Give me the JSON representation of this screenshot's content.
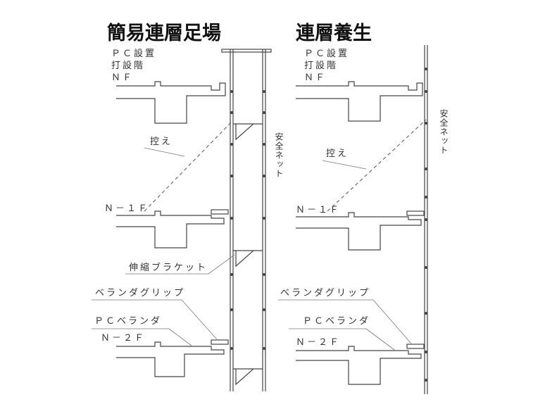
{
  "left": {
    "title": "簡易連層足場",
    "pc_install": "ＰＣ設置",
    "pour_floor": "打設階",
    "nf": "ＮＦ",
    "tie": "控え",
    "n1f": "Ｎ－１Ｆ",
    "bracket": "伸縮ブラケット",
    "grip": "ベランダグリップ",
    "pc_veranda": "ＰＣベランダ",
    "n2f": "Ｎ－２Ｆ",
    "safety_net": "安全ネット"
  },
  "right": {
    "title": "連層養生",
    "pc_install": "ＰＣ設置",
    "pour_floor": "打設階",
    "nf": "ＮＦ",
    "tie": "控え",
    "n1f": "Ｎ－１Ｆ",
    "grip": "ベランダグリップ",
    "pc_veranda": "ＰＣベランダ",
    "n2f": "Ｎ－２Ｆ",
    "safety_net": "安全ネット"
  }
}
